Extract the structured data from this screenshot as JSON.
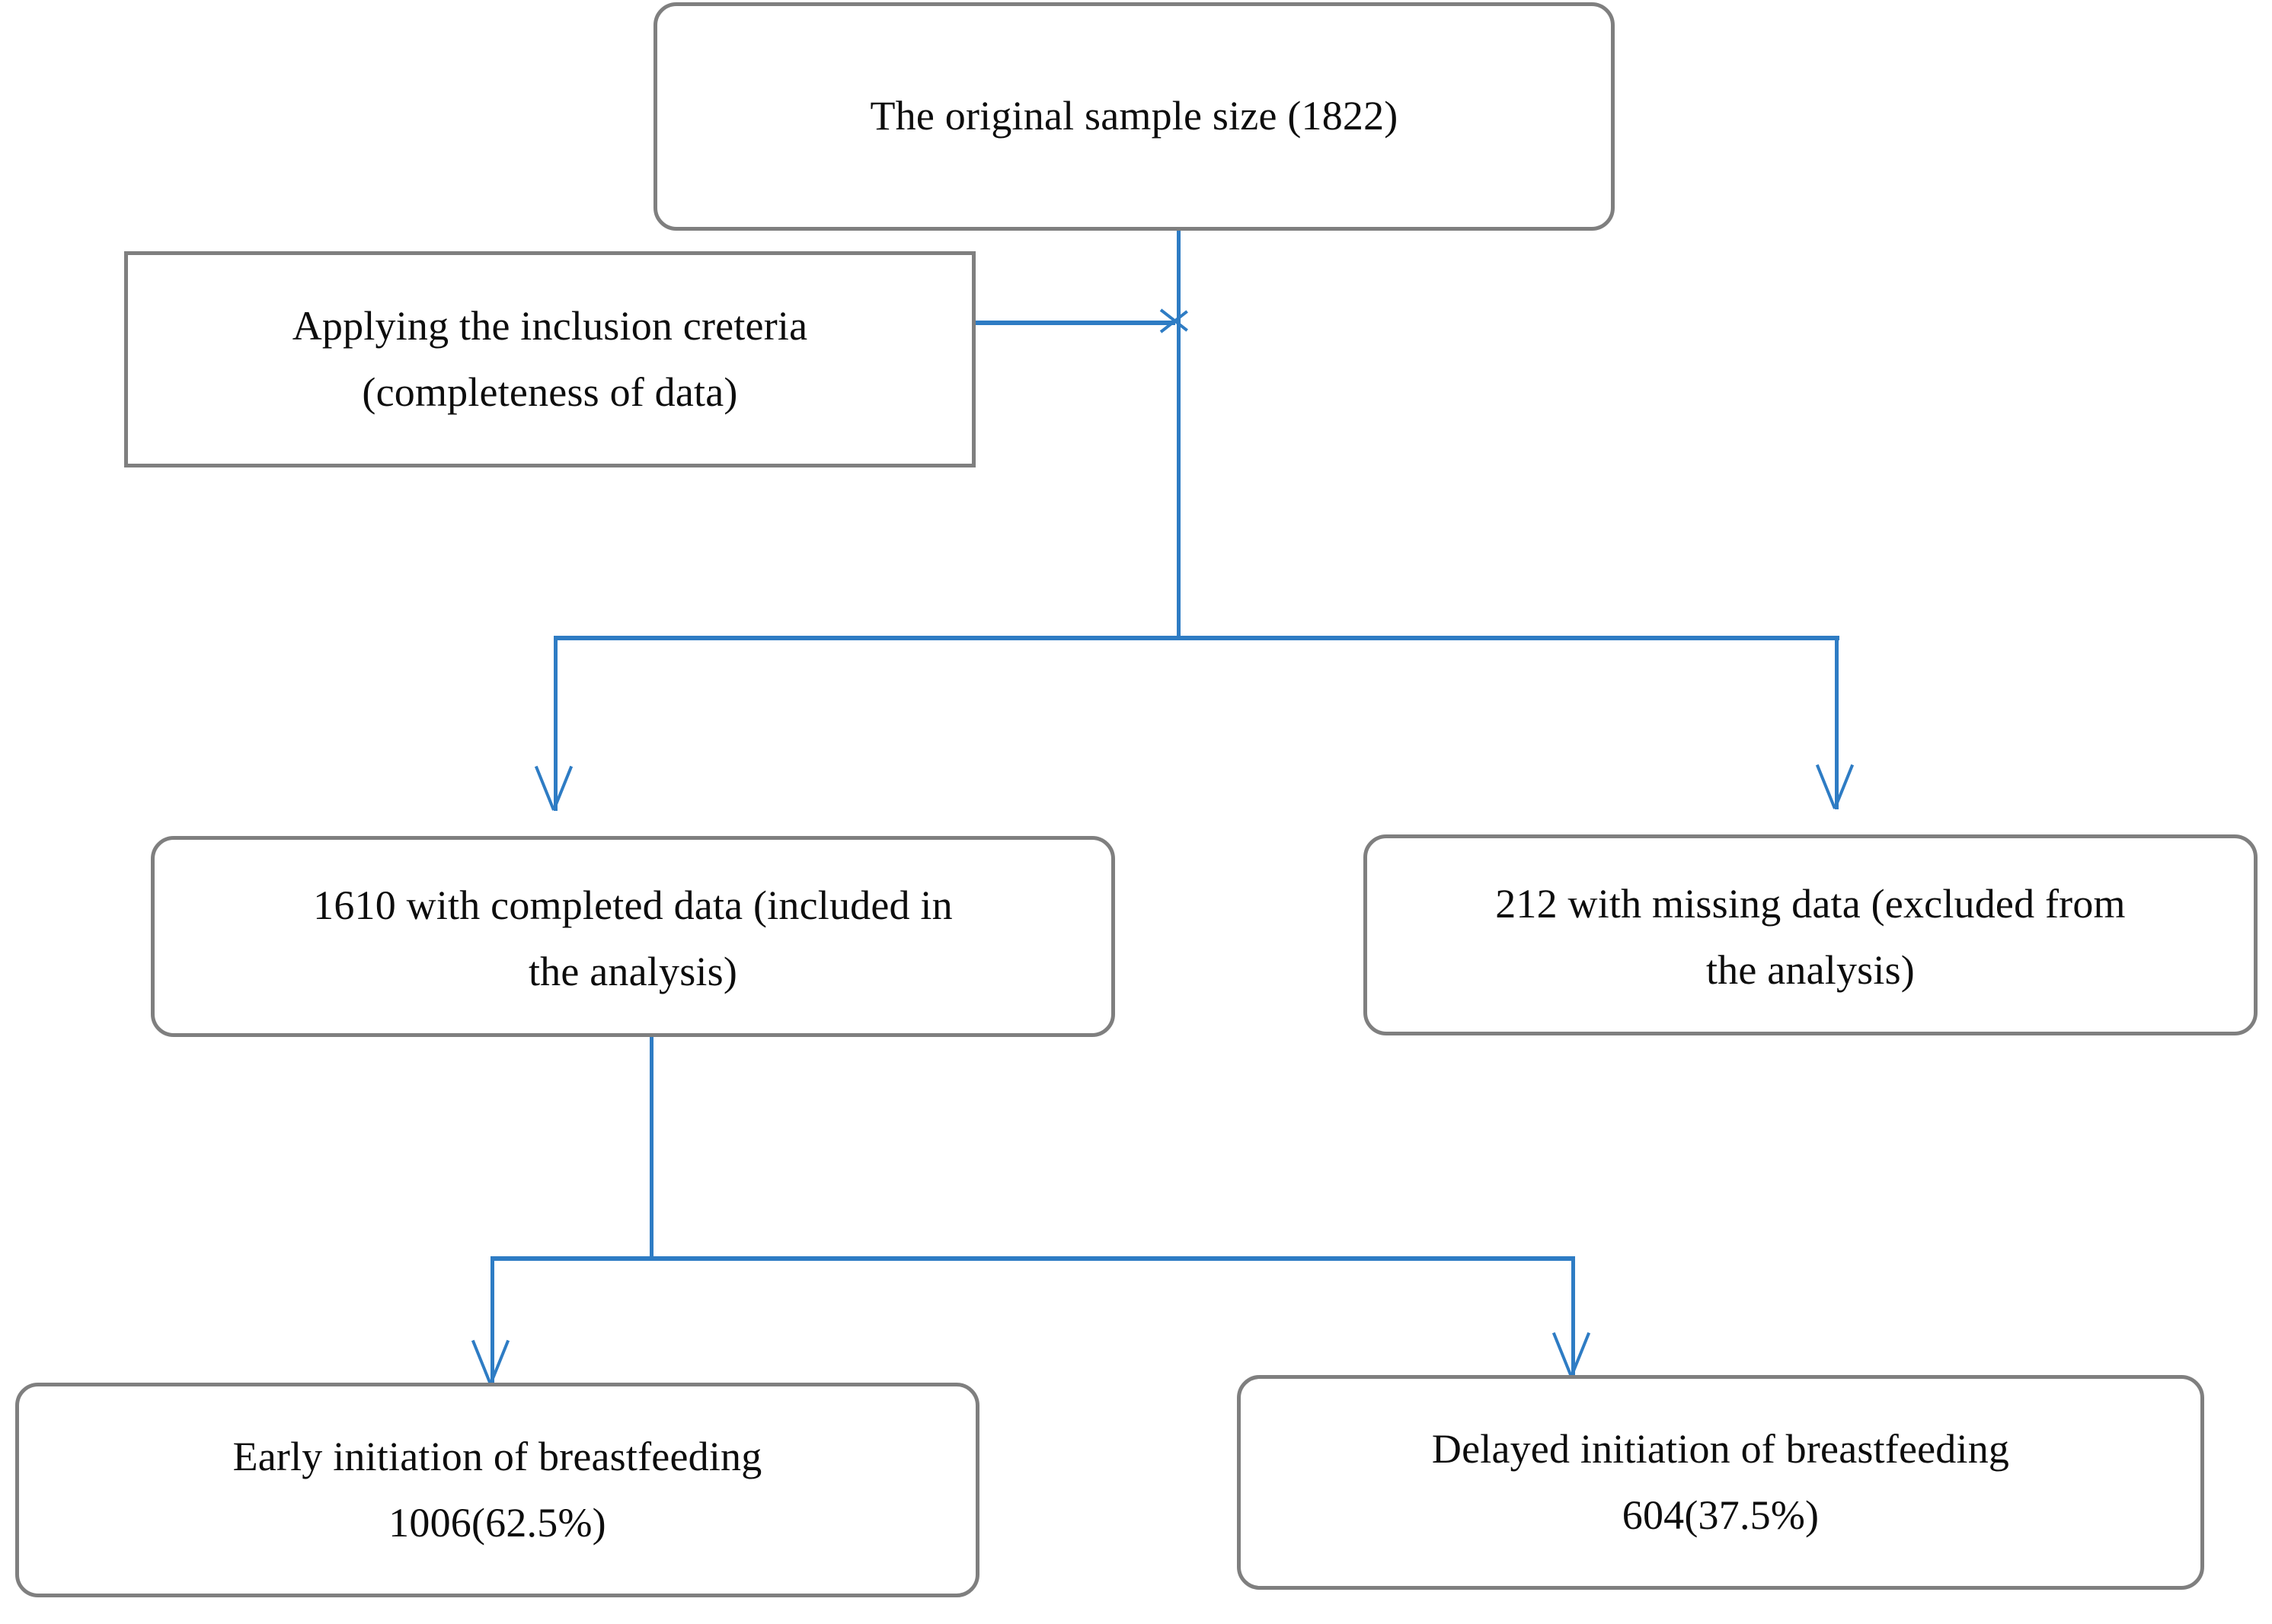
{
  "diagram": {
    "title": "Study sample selection flowchart",
    "line_color": "#2e7cc4",
    "box_border_color": "#7f7f7f",
    "background": "#ffffff"
  },
  "nodes": {
    "original": {
      "shape": "rounded-rectangle",
      "lines": [
        "The original sample size (1822)"
      ]
    },
    "criteria": {
      "shape": "rectangle",
      "lines": [
        "Applying the inclusion creteria",
        "(completeness of data)"
      ]
    },
    "included": {
      "shape": "rounded-rectangle",
      "lines": [
        "1610 with completed data (included in",
        "the analysis)"
      ],
      "count": 1610
    },
    "excluded": {
      "shape": "rounded-rectangle",
      "lines": [
        "212 with missing data (excluded from",
        "the analysis)"
      ],
      "count": 212
    },
    "early": {
      "shape": "rounded-rectangle",
      "lines": [
        "Early initiation of breastfeeding",
        "1006(62.5%)"
      ],
      "count": 1006,
      "percent": "62.5%"
    },
    "delayed": {
      "shape": "rounded-rectangle",
      "lines": [
        "Delayed initiation of breastfeeding",
        "604(37.5%)"
      ],
      "count": 604,
      "percent": "37.5%"
    }
  },
  "edges": [
    {
      "from": "original",
      "to": "split-1",
      "type": "vertical-line"
    },
    {
      "from": "criteria",
      "to": "trunk-1",
      "type": "horizontal-arrow"
    },
    {
      "from": "split-1",
      "to": "included",
      "type": "down-arrow"
    },
    {
      "from": "split-1",
      "to": "excluded",
      "type": "down-arrow"
    },
    {
      "from": "included",
      "to": "split-2",
      "type": "vertical-line"
    },
    {
      "from": "split-2",
      "to": "early",
      "type": "down-arrow"
    },
    {
      "from": "split-2",
      "to": "delayed",
      "type": "down-arrow"
    }
  ]
}
